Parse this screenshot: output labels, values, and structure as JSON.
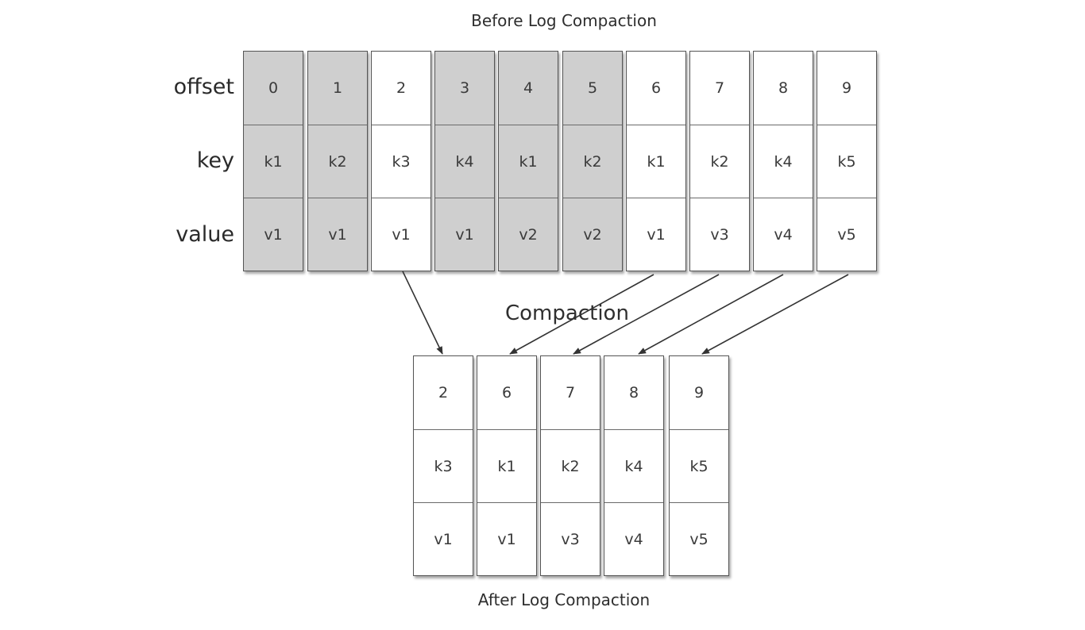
{
  "before": {
    "title": "Before Log Compaction",
    "row_labels": [
      "offset",
      "key",
      "value"
    ],
    "records": [
      {
        "offset": "0",
        "key": "k1",
        "value": "v1",
        "removed": true
      },
      {
        "offset": "1",
        "key": "k2",
        "value": "v1",
        "removed": true
      },
      {
        "offset": "2",
        "key": "k3",
        "value": "v1",
        "removed": false
      },
      {
        "offset": "3",
        "key": "k4",
        "value": "v1",
        "removed": true
      },
      {
        "offset": "4",
        "key": "k1",
        "value": "v2",
        "removed": true
      },
      {
        "offset": "5",
        "key": "k2",
        "value": "v2",
        "removed": true
      },
      {
        "offset": "6",
        "key": "k1",
        "value": "v1",
        "removed": false
      },
      {
        "offset": "7",
        "key": "k2",
        "value": "v3",
        "removed": false
      },
      {
        "offset": "8",
        "key": "k4",
        "value": "v4",
        "removed": false
      },
      {
        "offset": "9",
        "key": "k5",
        "value": "v5",
        "removed": false
      }
    ]
  },
  "compaction_label": "Compaction",
  "after": {
    "title": "After Log Compaction",
    "records": [
      {
        "offset": "2",
        "key": "k3",
        "value": "v1"
      },
      {
        "offset": "6",
        "key": "k1",
        "value": "v1"
      },
      {
        "offset": "7",
        "key": "k2",
        "value": "v3"
      },
      {
        "offset": "8",
        "key": "k4",
        "value": "v4"
      },
      {
        "offset": "9",
        "key": "k5",
        "value": "v5"
      }
    ]
  },
  "colors": {
    "removed_fill": "#cfcfcf",
    "kept_fill": "#ffffff",
    "border": "#555555",
    "arrow": "#333333"
  }
}
